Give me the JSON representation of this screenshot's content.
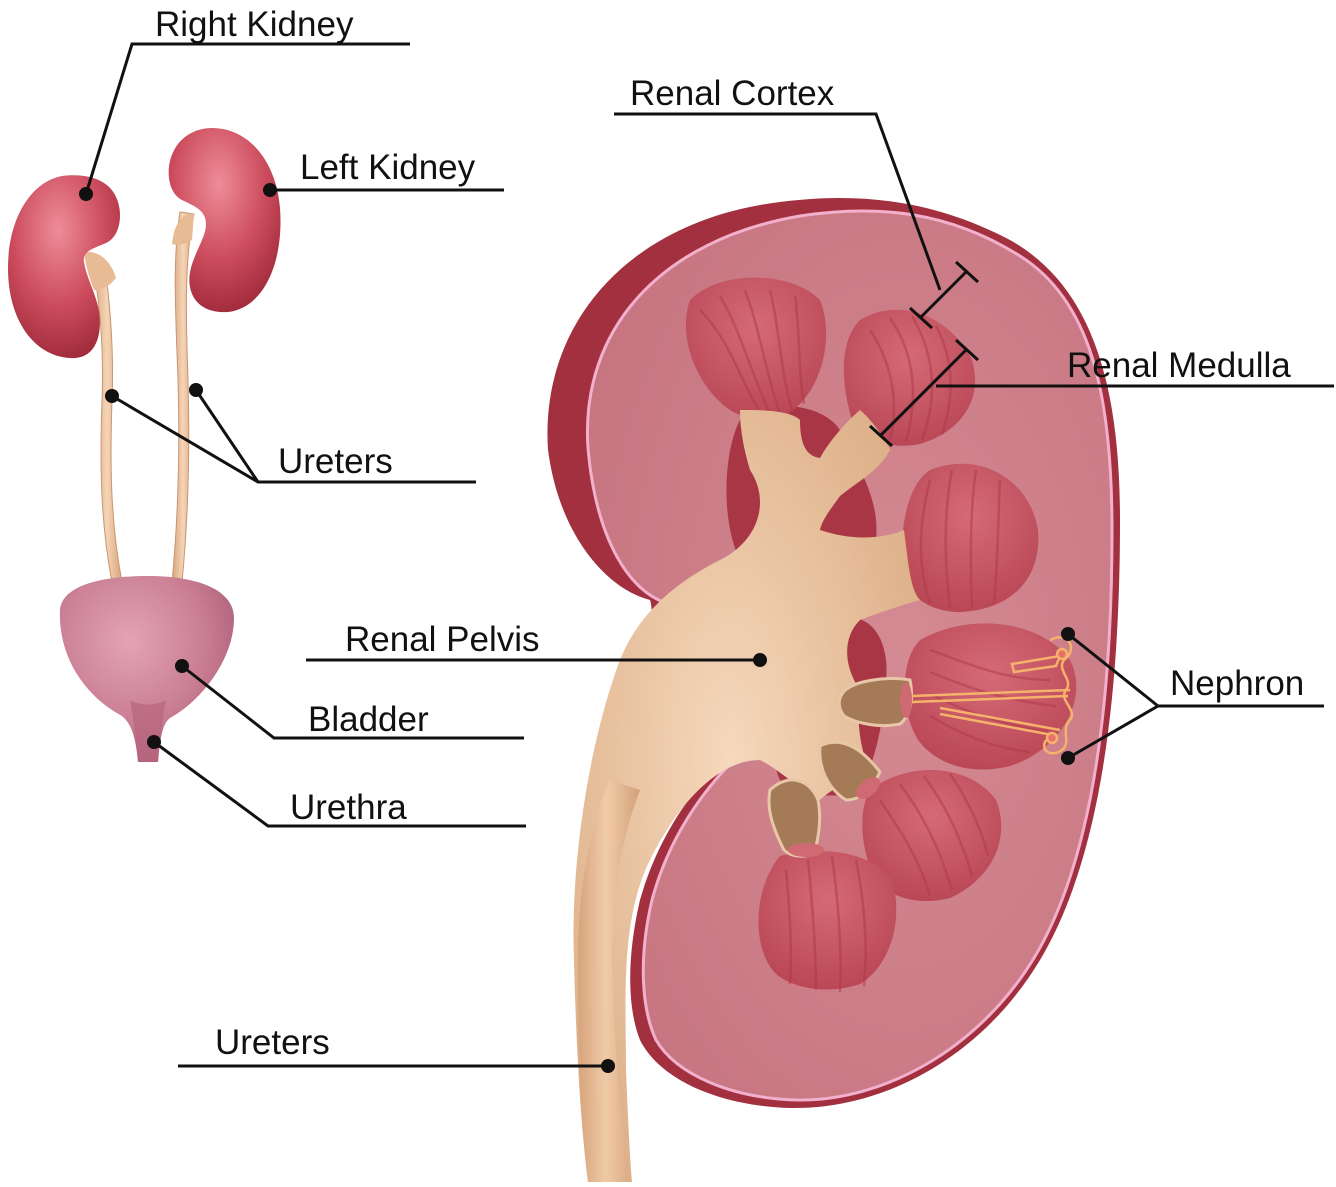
{
  "labels": {
    "right_kidney": "Right Kidney",
    "left_kidney": "Left Kidney",
    "ureters_top": "Ureters",
    "bladder": "Bladder",
    "urethra": "Urethra",
    "renal_cortex": "Renal Cortex",
    "renal_medulla": "Renal Medulla",
    "renal_pelvis": "Renal Pelvis",
    "nephron": "Nephron",
    "ureters_bottom": "Ureters"
  },
  "colors": {
    "kidney_red": "#c64b5a",
    "kidney_dark": "#9e2a3a",
    "kidney_light": "#e27a85",
    "cortex_fill": "#cf7d86",
    "cortex_edge": "#f0a9c6",
    "pyramid_fill": "#c3525f",
    "pelvis_fill": "#e3b98f",
    "pelvis_light": "#f4d3b5",
    "bladder_fill": "#c77c91",
    "leader_line": "#111111"
  }
}
